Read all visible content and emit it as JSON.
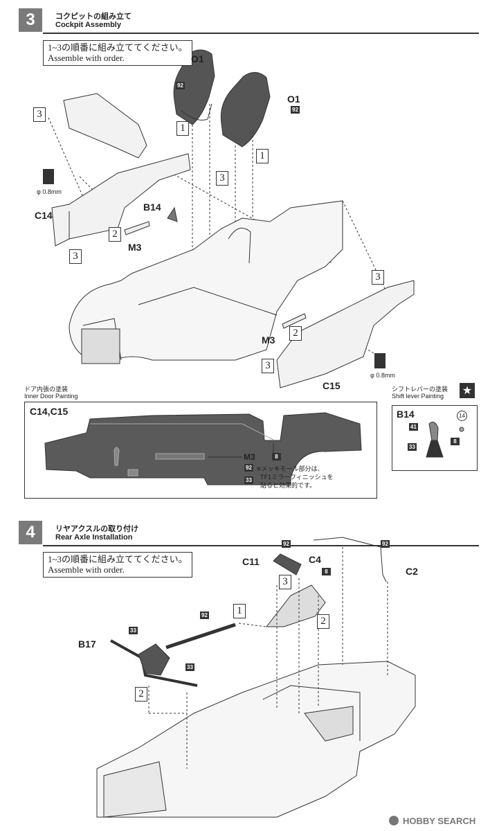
{
  "step3": {
    "number": "3",
    "title_jp": "コクピットの組み立て",
    "title_en": "Cockpit Assembly",
    "note": [
      "1~3の順番に組み立ててください。",
      "Assemble with order."
    ],
    "parts": {
      "seat_left": "O1",
      "seat_right": "O1",
      "seat_color": "92",
      "side_left": "C14",
      "side_right": "C15",
      "shift": "B14",
      "trim_left": "M3",
      "trim_right": "M3",
      "drill": "φ 0.8mm"
    },
    "order": {
      "one": "1",
      "two": "2",
      "three": "3"
    }
  },
  "door_painting": {
    "title_jp": "ドア内張の塗装",
    "title_en": "Inner Door Painting",
    "panel_label": "C14,C15",
    "callouts": [
      {
        "label": "M3",
        "code": "8"
      },
      {
        "code": "92"
      },
      {
        "code": "33"
      }
    ],
    "note": [
      "※メッキモール部分は、",
      "TF1ミラーフィニッシュを",
      "貼ると効果的です。"
    ]
  },
  "shift_painting": {
    "title_jp": "シフトレバーの塗装",
    "title_en": "Shift lever Painting",
    "panel_label": "B14",
    "codes": [
      "41",
      "8",
      "33",
      "14"
    ]
  },
  "step4": {
    "number": "4",
    "title_jp": "リヤアクスルの取り付け",
    "title_en": "Rear Axle Installation",
    "note": [
      "1~3の順番に組み立ててください。",
      "Assemble with order."
    ],
    "parts": {
      "c11": "C11",
      "c4": "C4",
      "c2": "C2",
      "b17": "B17"
    },
    "codes": {
      "c11": "92",
      "c4": "8",
      "c2": "92",
      "axle": "33",
      "shaft": "92",
      "axle2": "33"
    }
  },
  "watermark": "HOBBY SEARCH"
}
